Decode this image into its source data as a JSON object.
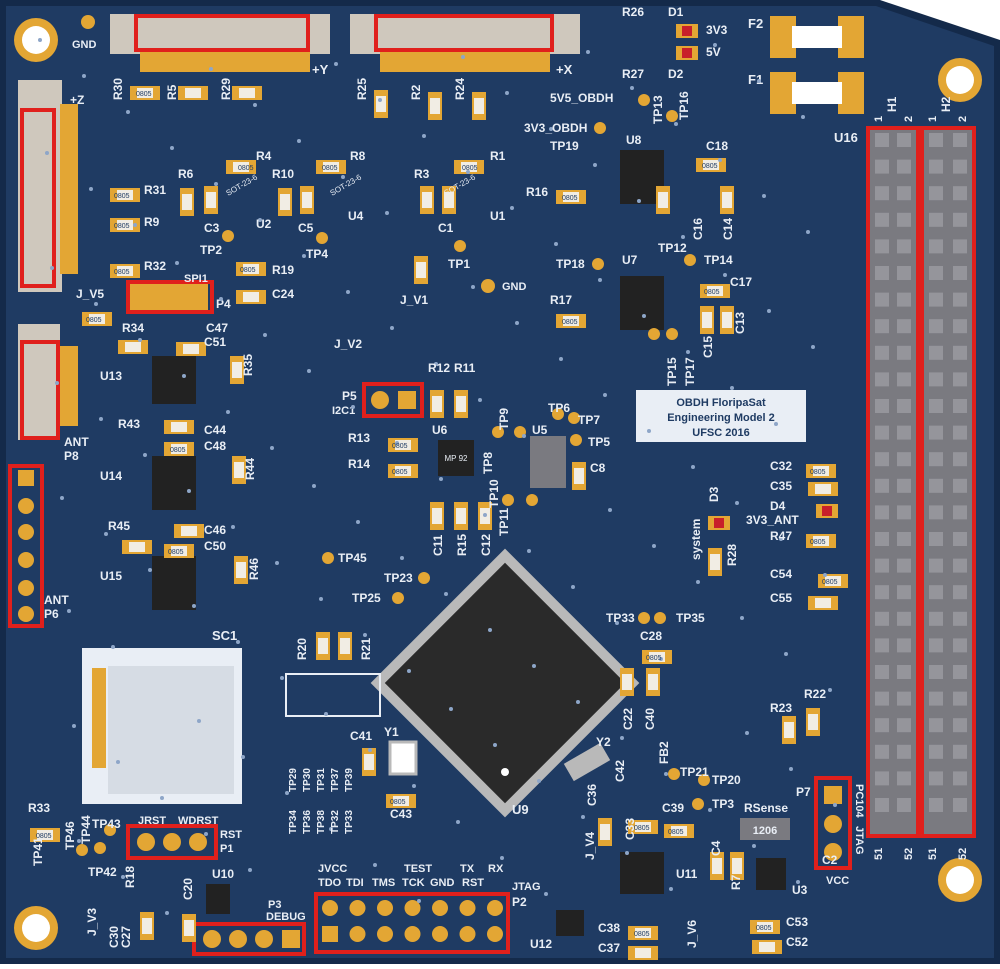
{
  "board": {
    "title_lines": [
      "OBDH FloripaSat",
      "Engineering Model 2",
      "UFSC 2016"
    ],
    "colors": {
      "pcb": "#1f3b63",
      "pcb_edge": "#142a4a",
      "silk": "#e9eef5",
      "gold": "#e3a634",
      "ic": "#222222",
      "highlight": "#e0201c",
      "header": "#7a7a80"
    }
  },
  "connectors": {
    "plus_y": "+Y",
    "plus_x": "+X",
    "plus_z": "+Z",
    "gnd_top": "GND",
    "p8_ant": "ANT",
    "p8": "P8",
    "p6_ant": "ANT",
    "p6": "P6",
    "h1": "H1",
    "h2": "H2",
    "h1_pin1": "1",
    "h1_pin2": "2",
    "h2_pin1": "1",
    "h2_pin2": "2",
    "h1_pin51": "51",
    "h1_pin52": "52",
    "h2_pin51": "51",
    "h2_pin52": "52",
    "u16": "U16",
    "f1": "F1",
    "f2": "F2",
    "p4": "P4",
    "spi1": "SPI1",
    "p5": "P5",
    "i2c1": "I2C1",
    "p1": "P1",
    "jrst": "JRST",
    "wdrst": "WDRST",
    "rst": "RST",
    "p3": "P3",
    "debug": "DEBUG",
    "p2": "P2",
    "jtag_p2": "JTAG",
    "p2_top": [
      "JVCC",
      "TEST",
      "TX",
      "RX"
    ],
    "p2_bottom": [
      "TDO",
      "TDI",
      "TMS",
      "TCK",
      "GND",
      "RST"
    ],
    "p7": "P7",
    "pc104": "PC104",
    "jtag_p7": "JTAG",
    "vcc": "VCC",
    "sc1": "SC1",
    "gnd_mid": "GND"
  },
  "labels": {
    "r26": "R26",
    "r27": "R27",
    "d1": "D1",
    "d2": "D2",
    "v33": "3V3",
    "v5": "5V",
    "v55_obdh": "5V5_OBDH",
    "v33_obdh": "3V3_OBDH",
    "r30": "R30",
    "r5": "R5",
    "r29": "R29",
    "r25": "R25",
    "r2": "R2",
    "r24": "R24",
    "r4": "R4",
    "r8": "R8",
    "r6": "R6",
    "r10": "R10",
    "r3": "R3",
    "r1": "R1",
    "u2": "U2",
    "u4": "U4",
    "u1": "U1",
    "c3": "C3",
    "c5": "C5",
    "c1": "C1",
    "tp2": "TP2",
    "tp4": "TP4",
    "tp1": "TP1",
    "sot1": "SOT-23-6",
    "sot2": "SOT-23-6",
    "sot3": "SOT-23-6",
    "r31": "R31",
    "r9": "R9",
    "r32": "R32",
    "r19": "R19",
    "c24": "C24",
    "j_v5": "J_V5",
    "j_v1": "J_V1",
    "tp13": "TP13",
    "tp16": "TP16",
    "tp19": "TP19",
    "u8": "U8",
    "c18": "C18",
    "r16": "R16",
    "c16": "C16",
    "c14": "C14",
    "tp12": "TP12",
    "tp14": "TP14",
    "tp18": "TP18",
    "u7": "U7",
    "c17": "C17",
    "r17": "R17",
    "c13": "C13",
    "c15": "C15",
    "tp15": "TP15",
    "tp17": "TP17",
    "r34": "R34",
    "c47": "C47",
    "c51": "C51",
    "u13": "U13",
    "r35": "R35",
    "j_v2": "J_V2",
    "r12": "R12",
    "r11": "R11",
    "r43": "R43",
    "c44": "C44",
    "c48": "C48",
    "u14": "U14",
    "r44": "R44",
    "r45": "R45",
    "c46": "C46",
    "c50": "C50",
    "u15": "U15",
    "r46": "R46",
    "r13": "R13",
    "r14": "R14",
    "u6": "U6",
    "mpu": "MP 92",
    "tp9": "TP9",
    "tp8": "TP8",
    "u5": "U5",
    "tp6": "TP6",
    "tp7": "TP7",
    "tp5": "TP5",
    "c8": "C8",
    "tp10": "TP10",
    "tp11": "TP11",
    "c11": "C11",
    "r15": "R15",
    "c12": "C12",
    "c32": "C32",
    "c35": "C35",
    "d4": "D4",
    "v33_ant": "3V3_ANT",
    "r47": "R47",
    "d3": "D3",
    "system": "system",
    "r28": "R28",
    "c54": "C54",
    "c55": "C55",
    "tp45": "TP45",
    "tp23": "TP23",
    "tp25": "TP25",
    "tp33": "TP33",
    "tp35": "TP35",
    "c28": "C28",
    "c22": "C22",
    "c40": "C40",
    "r20": "R20",
    "r21": "R21",
    "r23": "R23",
    "r22": "R22",
    "c41": "C41",
    "y1": "Y1",
    "c43": "C43",
    "y2": "Y2",
    "c42": "C42",
    "c36": "C36",
    "fb2": "FB2",
    "tp21": "TP21",
    "tp20": "TP20",
    "tp3": "TP3",
    "c39": "C39",
    "c33": "C33",
    "rsense": "RSense",
    "r1206": "1206",
    "c2": "C2",
    "c4": "C4",
    "r7": "R7",
    "u3": "U3",
    "u11": "U11",
    "j_v4": "J_V4",
    "u9": "U9",
    "tp_cols": [
      "TP29",
      "TP30",
      "TP31",
      "TP37",
      "TP39",
      "TP34",
      "TP36",
      "TP38",
      "TP32",
      "TP33"
    ],
    "r33": "R33",
    "tp46": "TP46",
    "tp44": "TP44",
    "tp43": "TP43",
    "tp41": "TP41",
    "tp42": "TP42",
    "r18": "R18",
    "c20": "C20",
    "u10": "U10",
    "j_v3": "J_V3",
    "c30": "C30",
    "c27": "C27",
    "u12": "U12",
    "c38": "C38",
    "c37": "C37",
    "j_v6": "J_V6",
    "c53": "C53",
    "c52": "C52",
    "r0805": "0805"
  }
}
